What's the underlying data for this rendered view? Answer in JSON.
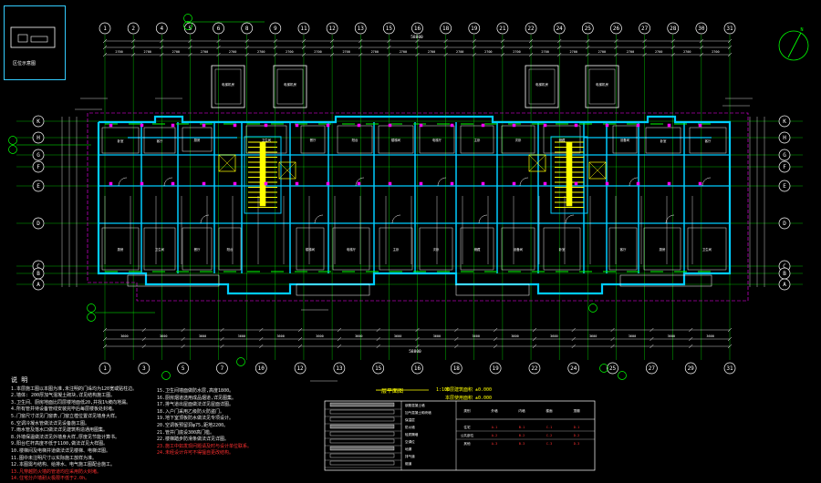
{
  "drawing": {
    "title": "一层平面图",
    "scale": "1:100",
    "total_length": "58800",
    "north_arrow_icon": "north-arrow-icon",
    "key_plan_label": "区位示意图",
    "area_note_1": "本层建筑面积 ±0.000",
    "area_note_2": "本层使用面积 ±0.000",
    "colors": {
      "bg": "#000000",
      "grid": "#00ff00",
      "wall": "#00ccff",
      "dim": "#ffffff",
      "stair": "#ffff00",
      "accent": "#ff00ff",
      "note_red": "#ff3030"
    }
  },
  "axes": {
    "top": [
      "1",
      "2",
      "4",
      "5",
      "6",
      "8",
      "9",
      "11",
      "12",
      "13",
      "15",
      "16",
      "18",
      "19",
      "21",
      "22",
      "24",
      "25",
      "26",
      "27",
      "28",
      "30",
      "31"
    ],
    "bottom": [
      "1",
      "3",
      "5",
      "7",
      "10",
      "12",
      "13",
      "15",
      "16",
      "18",
      "19",
      "22",
      "24",
      "25",
      "27",
      "29",
      "31"
    ],
    "left": [
      "K",
      "H",
      "G",
      "F",
      "E",
      "D",
      "C",
      "B",
      "A"
    ],
    "right": [
      "K",
      "H",
      "G",
      "F",
      "E",
      "D",
      "C",
      "B",
      "A"
    ]
  },
  "notes": {
    "heading": "说 明",
    "lines": [
      "1.本层施工图以本图为准,未注明的门垛均为120宽或贴柱边。",
      "2.墙体: 200厚加气混凝土砌块,详见结构施工图。",
      "3.卫生间、厨房地面比同层楼地面低20,并找1%坡向地漏。",
      "4.所有管井待设备管线安装完毕后每层楼板处封堵。",
      "5.门窗尺寸详见门窗表,门窗立樘位置详见墙身大样。",
      "6.空调冷凝水管做法详见设备施工图。",
      "7.雨水管及落水口做法详见建筑构造通用图集。",
      "8.外墙保温做法详见外墙身大样,厚度见节能计算书。",
      "9.阳台栏杆高度不低于1100,做法详见大样图。",
      "10.楼梯间及电梯井道做法详见楼梯、电梯详图。",
      "11.图中未注明尺寸以实际施工放样为准。",
      "12.本图需与结构、给排水、电气施工图配合施工。"
    ],
    "red_lines": [
      "13.凡穿越防火墙的管道均应采用防火封堵。",
      "14.住宅分户墙耐火极限不低于2.0h。"
    ]
  },
  "notes2": {
    "lines": [
      "15.卫生间墙面做防水层,高度1800。",
      "16.厨房烟道选用成品烟道,详见图集。",
      "17.排气道出屋面做法详见屋面详图。",
      "18.入户门采用乙级防火防盗门。",
      "19.地下室顶板防水做法见专项设计。",
      "20.空调板预留洞φ75,距地2200。",
      "21.管井门底设300高门槛。",
      "22.楼梯踏步防滑条做法详见详图。"
    ],
    "red_lines": [
      "23.施工中如发现问题请及时与设计单位联系。",
      "24.未经设计许可不得擅自更改结构。"
    ]
  },
  "legend": {
    "items": [
      "钢筋混凝土墙",
      "加气混凝土砌块墙",
      "保温层",
      "防火墙",
      "轻质隔墙",
      "空调位",
      "地漏",
      "排气道",
      "烟道"
    ],
    "table_headers": [
      "类别",
      "外墙",
      "内墙",
      "楼面",
      "顶棚"
    ],
    "table_rows": [
      [
        "住宅",
        "A-1",
        "B-1",
        "C-1",
        "D-1"
      ],
      [
        "公共部位",
        "A-2",
        "B-2",
        "C-2",
        "D-2"
      ],
      [
        "其他",
        "A-3",
        "B-3",
        "C-3",
        "D-3"
      ]
    ]
  },
  "room_tags": [
    "卧室",
    "客厅",
    "厨房",
    "卫生间",
    "餐厅",
    "阳台",
    "楼梯间",
    "电梯厅",
    "主卧",
    "次卧",
    "储藏",
    "设备间"
  ]
}
